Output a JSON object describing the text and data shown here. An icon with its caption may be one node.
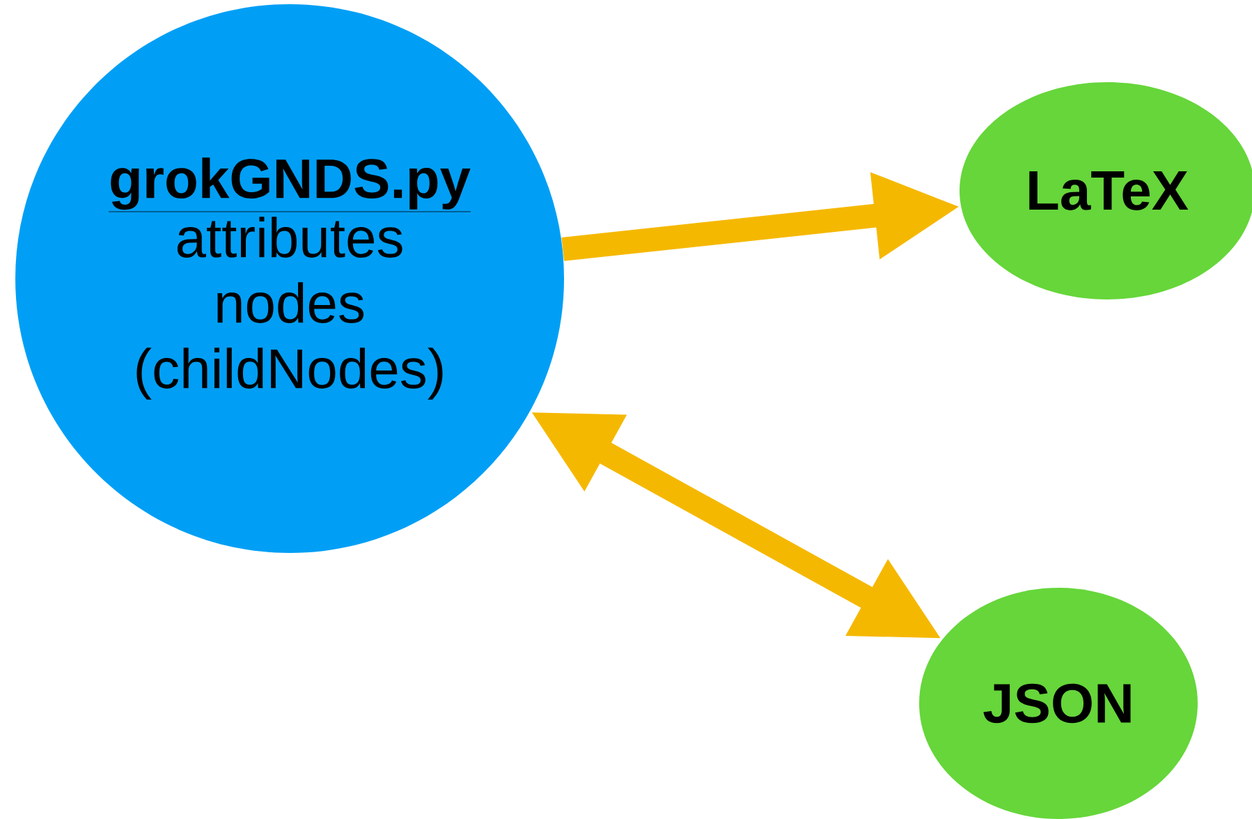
{
  "diagram": {
    "nodes": [
      {
        "text": [
          "grokGNDS.py",
          "attributes nodes (childNodes)"
        ]
      },
      {
        "text": [
          "LaTeX"
        ]
      },
      {
        "text": [
          "JSON"
        ]
      }
    ],
    "edges": [
      {
        "from": 0,
        "to": 1,
        "arrow": "to"
      },
      {
        "from": 0,
        "to": 2,
        "arrow": "both"
      }
    ]
  }
}
